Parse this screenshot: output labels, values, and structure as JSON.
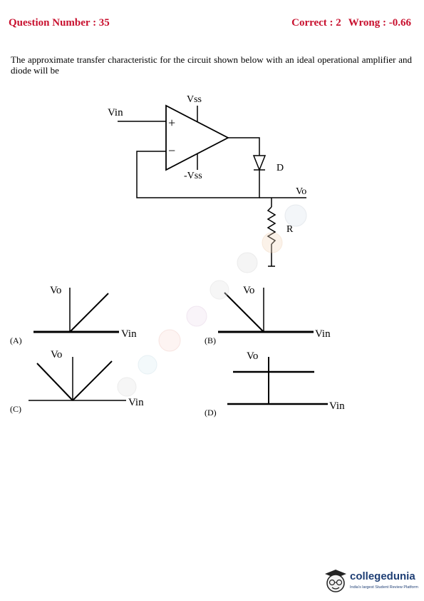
{
  "header": {
    "question_number": "Question Number : 35",
    "correct": "Correct : 2",
    "wrong": "Wrong : -0.66",
    "accent_color": "#c8102e"
  },
  "question": {
    "text": "The approximate transfer characteristic for the circuit shown below with an ideal operational amplifier and diode will be"
  },
  "circuit": {
    "input_label": "Vin",
    "pos_supply": "Vss",
    "neg_supply": "-Vss",
    "plus_sign": "+",
    "minus_sign": "−",
    "diode_label": "D",
    "output_label": "Vo",
    "resistor_label": "R"
  },
  "options": [
    {
      "letter": "(A)",
      "y_label": "Vo",
      "x_label": "Vin",
      "shape": "zero for negative input, rising line for positive input"
    },
    {
      "letter": "(B)",
      "y_label": "Vo",
      "x_label": "Vin",
      "shape": "falling line for negative input, zero for positive input"
    },
    {
      "letter": "(C)",
      "y_label": "Vo",
      "x_label": "Vin",
      "shape": "V-shape about the origin"
    },
    {
      "letter": "(D)",
      "y_label": "Vo",
      "x_label": "Vin",
      "shape": "constant positive horizontal line"
    }
  ],
  "logo": {
    "name": "collegedunia",
    "tagline": "India's largest Student Review Platform",
    "color": "#1f3f75"
  }
}
